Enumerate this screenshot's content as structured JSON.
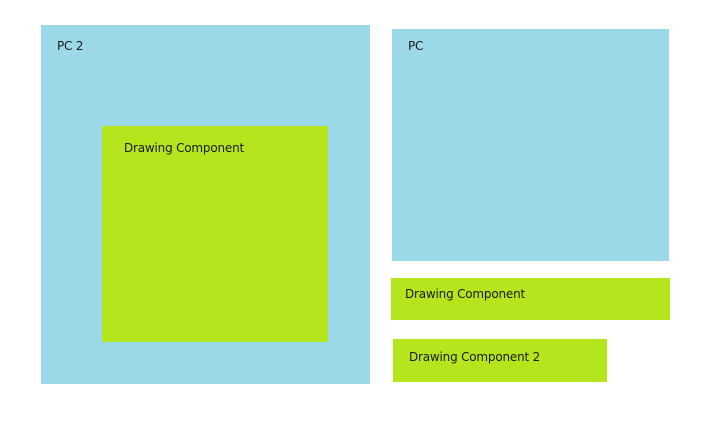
{
  "colors": {
    "container": "#9bd9e9",
    "component": "#b5e61d",
    "background": "#ffffff"
  },
  "pc2": {
    "label": "PC 2",
    "inner": {
      "label": "Drawing Component"
    }
  },
  "pc": {
    "label": "PC"
  },
  "drawing_component": {
    "label": "Drawing Component"
  },
  "drawing_component_2": {
    "label": "Drawing Component 2"
  }
}
